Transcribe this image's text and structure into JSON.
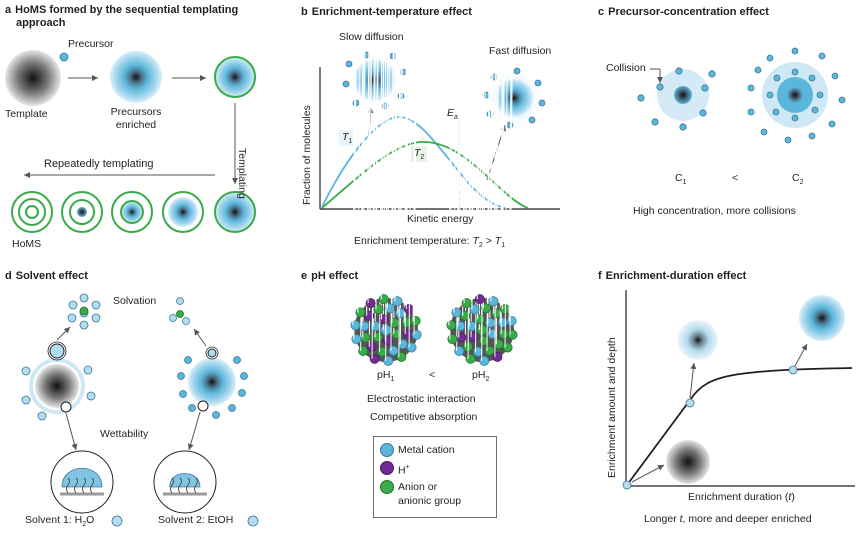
{
  "panel_a": {
    "letter": "a",
    "title_line1": "HoMS formed by the sequential templating",
    "title_line2": "approach",
    "precursor": "Precursor",
    "template": "Template",
    "precursors_enriched_1": "Precursors",
    "precursors_enriched_2": "enriched",
    "templating": "Templating",
    "repeatedly": "Repeatedly templating",
    "homs": "HoMS"
  },
  "panel_b": {
    "letter": "b",
    "title": "Enrichment-temperature effect",
    "slow": "Slow diffusion",
    "fast": "Fast diffusion",
    "ylabel": "Fraction of molecules",
    "xlabel": "Kinetic energy",
    "t1": "T",
    "t1_sub": "1",
    "t2": "T",
    "t2_sub": "2",
    "ea": "E",
    "ea_sub": "a",
    "caption_prefix": "Enrichment temperature: ",
    "caption_t2": "T",
    "caption_t2_sub": "2",
    "caption_gt": " > ",
    "caption_t1": "T",
    "caption_t1_sub": "1"
  },
  "panel_c": {
    "letter": "c",
    "title": "Precursor-concentration effect",
    "collision": "Collision",
    "c1": "C",
    "c1_sub": "1",
    "lt": "<",
    "c2": "C",
    "c2_sub": "2",
    "caption": "High concentration, more collisions"
  },
  "panel_d": {
    "letter": "d",
    "title": "Solvent effect",
    "solvation": "Solvation",
    "wettability": "Wettability",
    "solvent1_prefix": "Solvent 1: H",
    "solvent1_sub": "2",
    "solvent1_suffix": "O",
    "solvent2": "Solvent 2: EtOH"
  },
  "panel_e": {
    "letter": "e",
    "title": "pH effect",
    "ph1": "pH",
    "ph1_sub": "1",
    "lt": "<",
    "ph2": "pH",
    "ph2_sub": "2",
    "caption1": "Electrostatic interaction",
    "caption2": "Competitive absorption",
    "legend": {
      "metal": "Metal cation",
      "hplus": "H",
      "hplus_sup": "+",
      "anion1": "Anion or",
      "anion2": "anionic group"
    }
  },
  "panel_f": {
    "letter": "f",
    "title": "Enrichment-duration effect",
    "ylabel": "Enrichment amount and depth",
    "xlabel_prefix": "Enrichment duration (",
    "xlabel_t": "t",
    "xlabel_suffix": ")",
    "caption_prefix": "Longer ",
    "caption_t": "t",
    "caption_suffix": ", more and deeper enriched"
  },
  "colors": {
    "blue": "#5bb6db",
    "light_blue": "#b3dcef",
    "green": "#3aab4a",
    "purple": "#6f2c91",
    "dark": "#231f20"
  }
}
